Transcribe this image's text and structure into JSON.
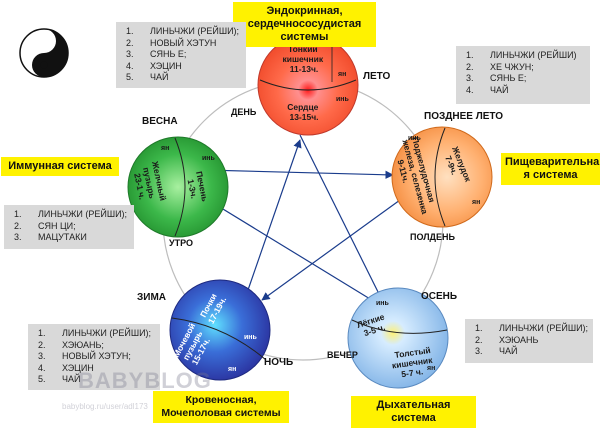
{
  "headers": {
    "endocrine": "Эндокринная, сердечнососудистая системы",
    "immune": "Иммунная система",
    "digestive": "Пищеварительна я система",
    "blood": "Кровеносная, Мочеполовая системы",
    "respiratory": "Дыхательная система"
  },
  "seasons": {
    "summer": "ЛЕТО",
    "late_summer": "ПОЗДНЕЕ ЛЕТО",
    "spring": "ВЕСНА",
    "winter": "ЗИМА",
    "autumn": "ОСЕНЬ"
  },
  "times": {
    "day": "ДЕНЬ",
    "noon": "ПОЛДЕНЬ",
    "morning": "УТРО",
    "night": "НОЧЬ",
    "evening": "ВЕЧЕР"
  },
  "organs": {
    "small_intestine": "Тонкий кишечник 11-13ч.",
    "heart": "Сердце 13-15ч.",
    "stomach": "Желудок 7-9ч.",
    "spleen": "Поджелудочная железа, селезенка 9-11ч.",
    "gallbladder": "Желчный пузырь 23-1 ч.",
    "liver": "Печень 1-3ч.",
    "kidneys": "Почки 17-19ч.",
    "bladder": "Мочевой пузырь 15-17ч.",
    "lungs": "Лёгкие 3-5 ч.",
    "large_intestine": "Толстый кишечник 5-7 ч."
  },
  "polarity": {
    "yin": "инь",
    "yang": "ян"
  },
  "lists": {
    "summer": [
      "ЛИНЬЧЖИ (РЕЙШИ);",
      "НОВЫЙ ХЭТУН",
      "СЯНЬ Е;",
      "ХЭЦИН",
      "ЧАЙ"
    ],
    "late_summer": [
      "ЛИНЬЧЖИ (РЕЙШИ)",
      "ХЕ ЧЖУН;",
      "СЯНЬ Е;",
      "ЧАЙ"
    ],
    "spring": [
      "ЛИНЬЧЖИ (РЕЙШИ);",
      "СЯН ЦИ;",
      "МАЦУТАКИ"
    ],
    "winter": [
      "ЛИНЬЧЖИ (РЕЙШИ);",
      "ХЭЮАНЬ;",
      "НОВЫЙ ХЭТУН;",
      "ХЭЦИН",
      "ЧАЙ"
    ],
    "autumn": [
      "ЛИНЬЧЖИ (РЕЙШИ);",
      "ХЭЮАНЬ",
      "ЧАЙ"
    ]
  },
  "watermark": {
    "main": "BABYBLOG",
    "sub": "babyblog.ru/user/adl173"
  },
  "colors": {
    "fire": "#ff6b4a",
    "earth": "#ffb070",
    "wood": "#3cb84a",
    "water": "#3a5ecf",
    "metal": "#9cc8ef",
    "highlight": "#fff200",
    "list_bg": "#d9d9d9",
    "arrow": "#1a3c8c"
  }
}
